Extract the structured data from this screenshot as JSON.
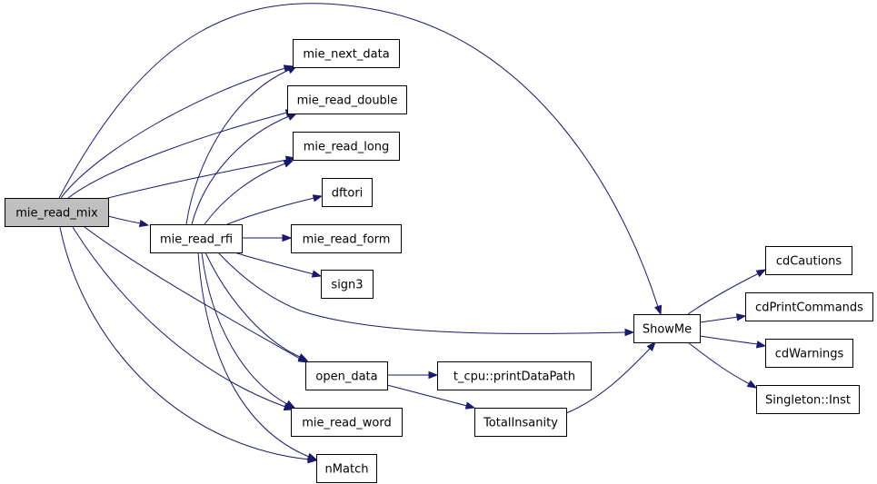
{
  "diagram": {
    "type": "call-graph",
    "edge_color": "#191970",
    "highlight_fill": "#bfbfbf",
    "nodes": [
      {
        "id": "mie_read_mix",
        "label": "mie_read_mix",
        "highlighted": true
      },
      {
        "id": "mie_next_data",
        "label": "mie_next_data"
      },
      {
        "id": "mie_read_double",
        "label": "mie_read_double"
      },
      {
        "id": "mie_read_long",
        "label": "mie_read_long"
      },
      {
        "id": "dftori",
        "label": "dftori"
      },
      {
        "id": "mie_read_rfi",
        "label": "mie_read_rfi"
      },
      {
        "id": "mie_read_form",
        "label": "mie_read_form"
      },
      {
        "id": "sign3",
        "label": "sign3"
      },
      {
        "id": "open_data",
        "label": "open_data"
      },
      {
        "id": "mie_read_word",
        "label": "mie_read_word"
      },
      {
        "id": "nMatch",
        "label": "nMatch"
      },
      {
        "id": "t_cpu_printDataPath",
        "label": "t_cpu::printDataPath"
      },
      {
        "id": "TotalInsanity",
        "label": "TotalInsanity"
      },
      {
        "id": "ShowMe",
        "label": "ShowMe"
      },
      {
        "id": "cdCautions",
        "label": "cdCautions"
      },
      {
        "id": "cdPrintCommands",
        "label": "cdPrintCommands"
      },
      {
        "id": "cdWarnings",
        "label": "cdWarnings"
      },
      {
        "id": "Singleton_Inst",
        "label": "Singleton::Inst"
      }
    ],
    "edges": [
      {
        "from": "mie_read_mix",
        "to": "mie_next_data"
      },
      {
        "from": "mie_read_mix",
        "to": "mie_read_double"
      },
      {
        "from": "mie_read_mix",
        "to": "mie_read_long"
      },
      {
        "from": "mie_read_mix",
        "to": "mie_read_rfi"
      },
      {
        "from": "mie_read_mix",
        "to": "ShowMe"
      },
      {
        "from": "mie_read_mix",
        "to": "open_data"
      },
      {
        "from": "mie_read_mix",
        "to": "mie_read_word"
      },
      {
        "from": "mie_read_mix",
        "to": "nMatch"
      },
      {
        "from": "mie_read_rfi",
        "to": "mie_next_data"
      },
      {
        "from": "mie_read_rfi",
        "to": "mie_read_double"
      },
      {
        "from": "mie_read_rfi",
        "to": "mie_read_long"
      },
      {
        "from": "mie_read_rfi",
        "to": "dftori"
      },
      {
        "from": "mie_read_rfi",
        "to": "mie_read_form"
      },
      {
        "from": "mie_read_rfi",
        "to": "sign3"
      },
      {
        "from": "mie_read_rfi",
        "to": "ShowMe"
      },
      {
        "from": "mie_read_rfi",
        "to": "open_data"
      },
      {
        "from": "mie_read_rfi",
        "to": "mie_read_word"
      },
      {
        "from": "mie_read_rfi",
        "to": "nMatch"
      },
      {
        "from": "open_data",
        "to": "t_cpu_printDataPath"
      },
      {
        "from": "open_data",
        "to": "TotalInsanity"
      },
      {
        "from": "TotalInsanity",
        "to": "ShowMe"
      },
      {
        "from": "ShowMe",
        "to": "cdCautions"
      },
      {
        "from": "ShowMe",
        "to": "cdPrintCommands"
      },
      {
        "from": "ShowMe",
        "to": "cdWarnings"
      },
      {
        "from": "ShowMe",
        "to": "Singleton_Inst"
      }
    ]
  }
}
